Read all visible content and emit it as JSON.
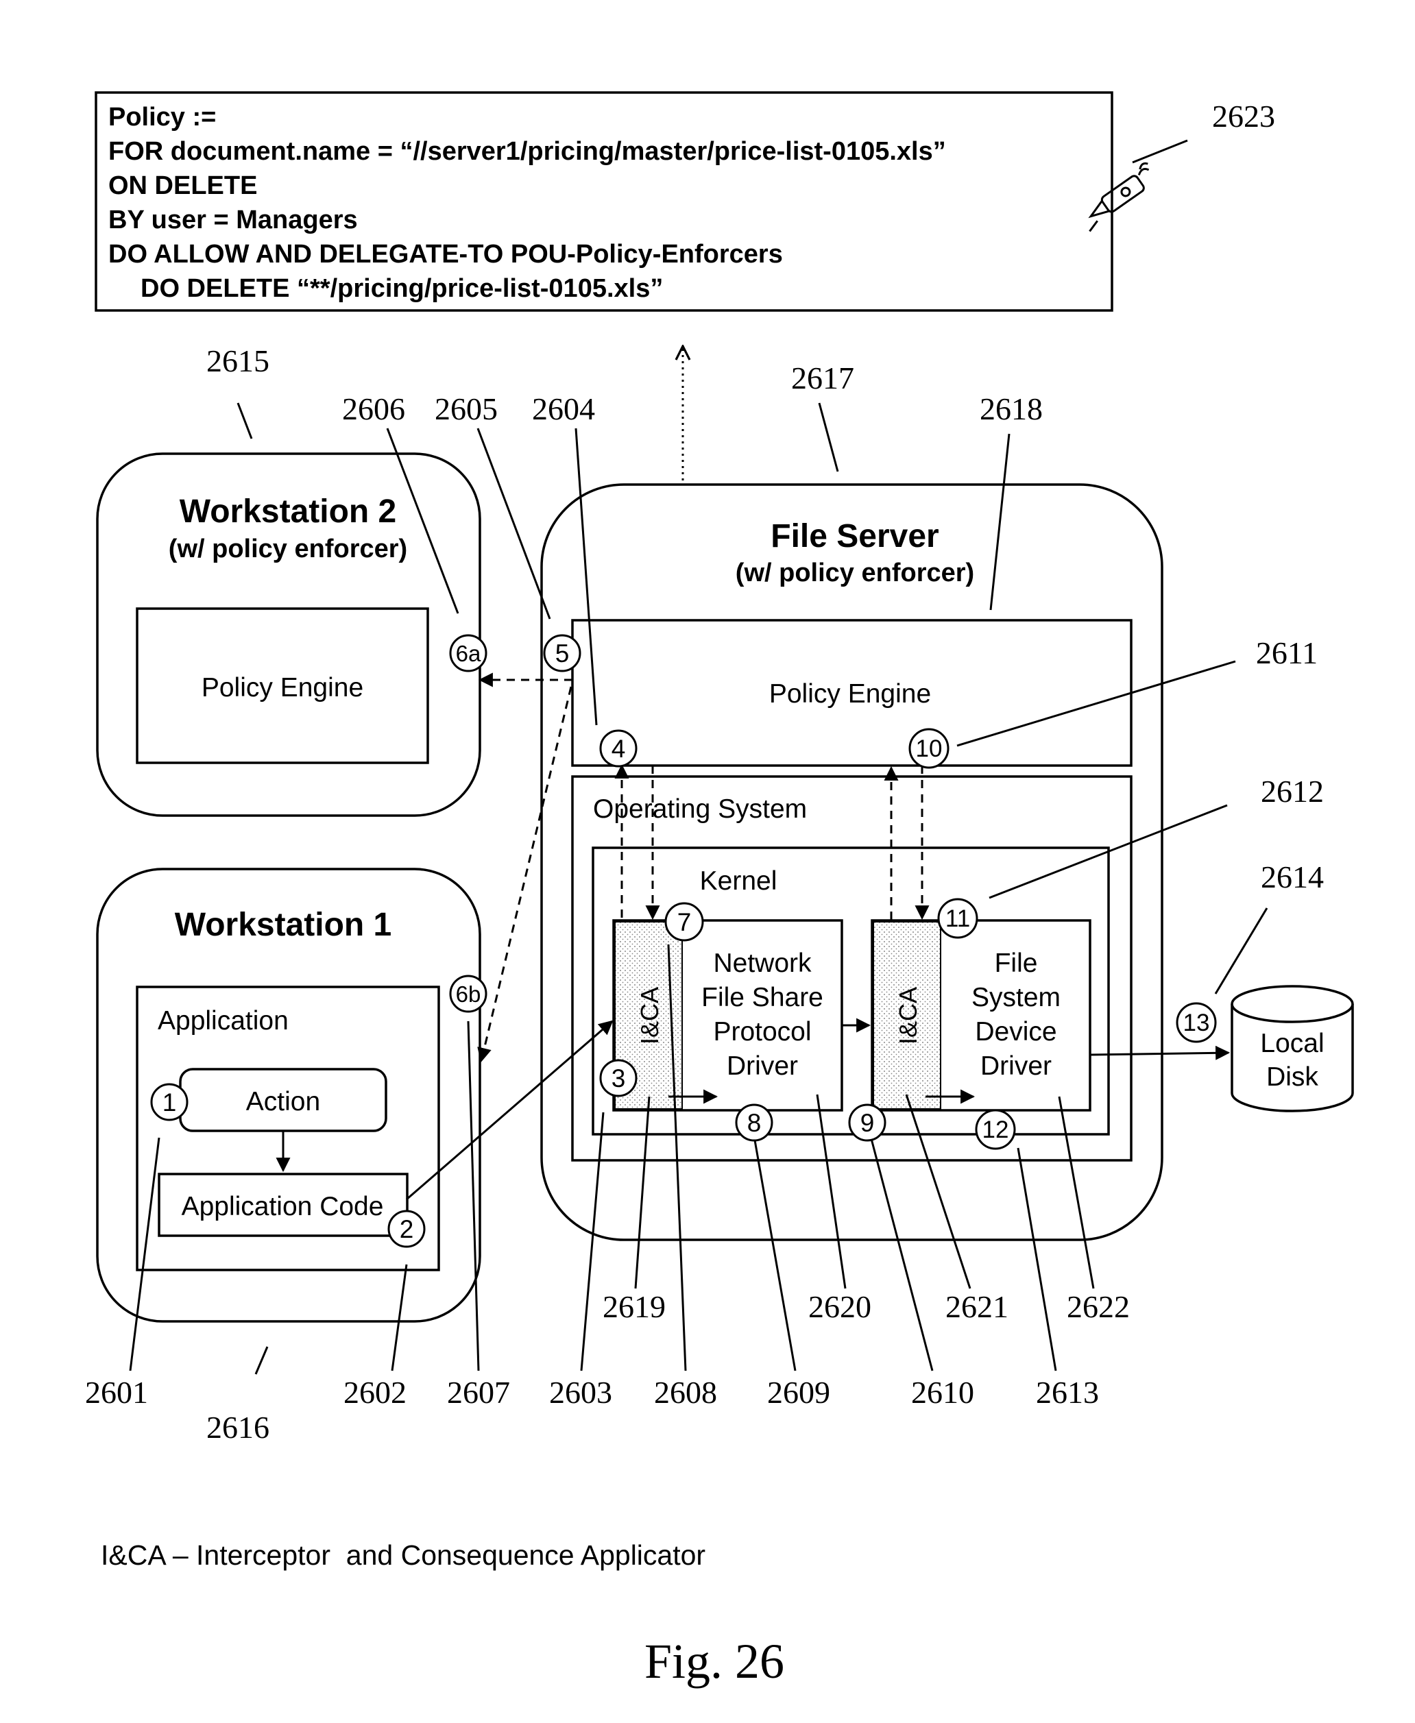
{
  "policy": {
    "lines": [
      "Policy :=",
      "FOR document.name = “//server1/pricing/master/price-list-0105.xls”",
      "ON DELETE",
      "BY user = Managers",
      "DO ALLOW AND DELEGATE-TO POU-Policy-Enforcers",
      "DO DELETE “**/pricing/price-list-0105.xls”"
    ]
  },
  "workstation2": {
    "title": "Workstation 2",
    "subtitle": "(w/ policy enforcer)",
    "policy_engine": "Policy Engine"
  },
  "workstation1": {
    "title": "Workstation 1",
    "application": "Application",
    "action": "Action",
    "app_code": "Application Code"
  },
  "file_server": {
    "title": "File Server",
    "subtitle": "(w/ policy enforcer)",
    "policy_engine": "Policy Engine",
    "operating_system": "Operating System",
    "kernel": "Kernel",
    "ica": "I&CA",
    "nfs_driver": [
      "Network",
      "File Share",
      "Protocol",
      "Driver"
    ],
    "fs_driver": [
      "File",
      "System",
      "Device",
      "Driver"
    ]
  },
  "local_disk": [
    "Local",
    "Disk"
  ],
  "steps": [
    "1",
    "2",
    "3",
    "4",
    "5",
    "6a",
    "6b",
    "7",
    "8",
    "9",
    "10",
    "11",
    "12",
    "13"
  ],
  "refs": {
    "r2601": "2601",
    "r2602": "2602",
    "r2603": "2603",
    "r2604": "2604",
    "r2605": "2605",
    "r2606": "2606",
    "r2607": "2607",
    "r2608": "2608",
    "r2609": "2609",
    "r2610": "2610",
    "r2611": "2611",
    "r2612": "2612",
    "r2613": "2613",
    "r2614": "2614",
    "r2615": "2615",
    "r2616": "2616",
    "r2617": "2617",
    "r2618": "2618",
    "r2619": "2619",
    "r2620": "2620",
    "r2621": "2621",
    "r2622": "2622",
    "r2623": "2623"
  },
  "legend": "I&CA – Interceptor  and Consequence Applicator",
  "figure_label": "Fig. 26",
  "icons": {
    "pen": "pen-icon"
  }
}
